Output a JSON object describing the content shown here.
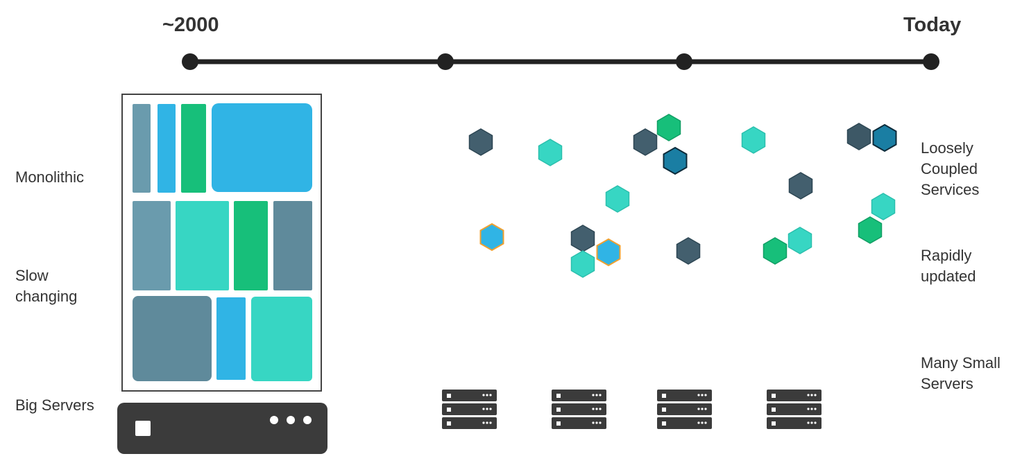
{
  "timeline": {
    "start_label": "~2000",
    "end_label": "Today",
    "points": 4
  },
  "left_labels": {
    "monolithic": "Monolithic",
    "slow_changing_1": "Slow",
    "slow_changing_2": "changing",
    "big_servers": "Big Servers"
  },
  "right_labels": {
    "loosely_1": "Loosely",
    "loosely_2": "Coupled",
    "loosely_3": "Services",
    "rapidly_1": "Rapidly",
    "rapidly_2": "updated",
    "many_1": "Many Small",
    "many_2": "Servers"
  },
  "colors": {
    "slate": "#435f6e",
    "slate_light": "#6a9bad",
    "slate_mid": "#5f8a9b",
    "teal": "#37d6c3",
    "green": "#17bf7a",
    "blue": "#30b4e5",
    "dark_blue": "#1a7ea3",
    "orange_outline": "#f0a030",
    "server": "#3b3b3b",
    "timeline": "#222222"
  },
  "icons": {
    "big_server": "server-rack-icon",
    "small_server": "server-stack-icon",
    "service": "hexagon-icon"
  }
}
